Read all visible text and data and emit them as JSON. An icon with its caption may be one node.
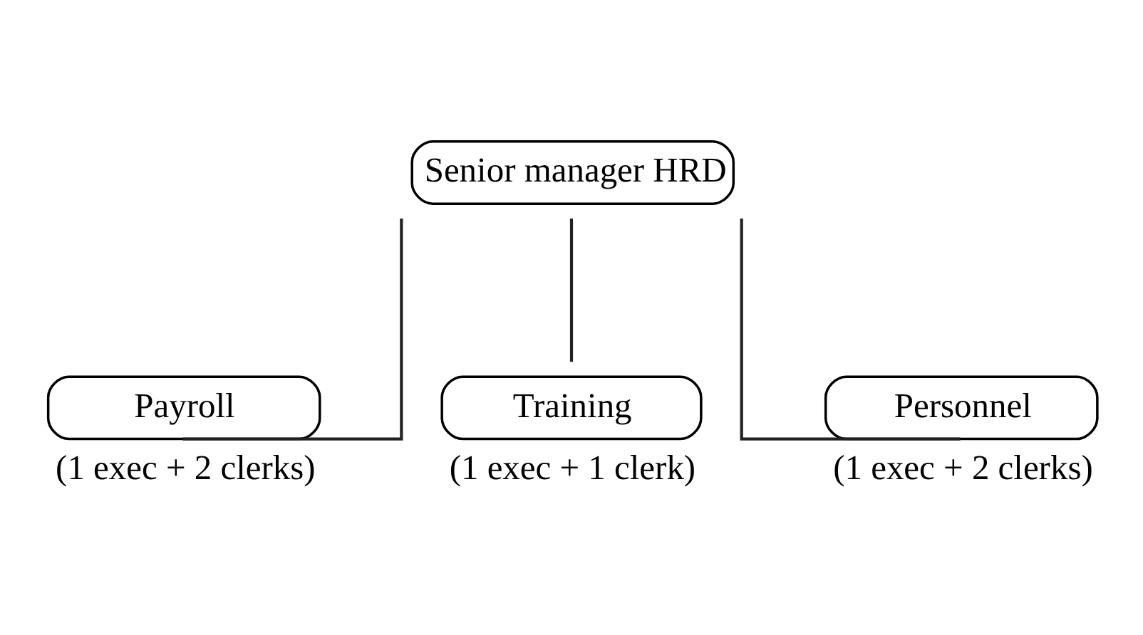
{
  "diagram": {
    "nodes": [
      {
        "text": [
          "Senior manager HRD"
        ]
      },
      {
        "text": [
          "Payroll"
        ],
        "beside": [
          "(1 exec + 2 clerks)"
        ]
      },
      {
        "text": [
          "Training"
        ],
        "beside": [
          "(1 exec + 1 clerk)"
        ]
      },
      {
        "text": [
          "Personnel"
        ],
        "beside": [
          "(1 exec + 2 clerks)"
        ]
      }
    ],
    "edges": [
      {
        "from": 0,
        "to": 1,
        "arrow": "none"
      },
      {
        "from": 0,
        "to": 2,
        "arrow": "none"
      },
      {
        "from": 0,
        "to": 3,
        "arrow": "none"
      }
    ]
  }
}
